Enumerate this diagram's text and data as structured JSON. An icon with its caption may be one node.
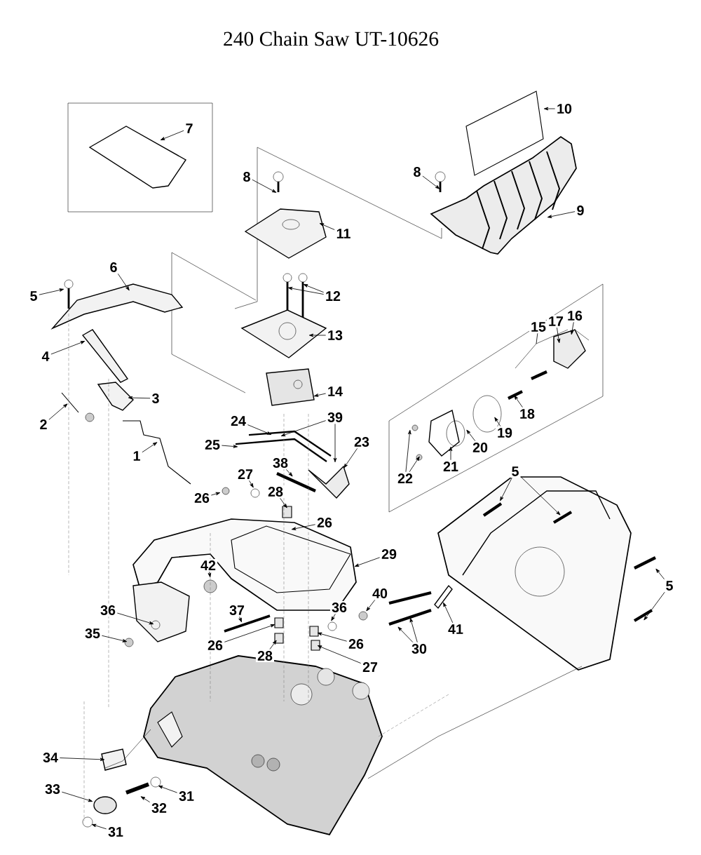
{
  "diagram": {
    "title": "240 Chain Saw UT-10626",
    "nodes": [
      {
        "text": [
          "7"
        ]
      },
      {
        "text": [
          "10"
        ]
      },
      {
        "text": [
          "8"
        ]
      },
      {
        "text": [
          "8"
        ]
      },
      {
        "text": [
          "11"
        ]
      },
      {
        "text": [
          "9"
        ]
      },
      {
        "text": [
          "5"
        ]
      },
      {
        "text": [
          "6"
        ]
      },
      {
        "text": [
          "12"
        ]
      },
      {
        "text": [
          "4"
        ]
      },
      {
        "text": [
          "13"
        ]
      },
      {
        "text": [
          "3"
        ]
      },
      {
        "text": [
          "2"
        ]
      },
      {
        "text": [
          "14"
        ]
      },
      {
        "text": [
          "15"
        ]
      },
      {
        "text": [
          "17"
        ]
      },
      {
        "text": [
          "16"
        ]
      },
      {
        "text": [
          "18"
        ]
      },
      {
        "text": [
          "24"
        ]
      },
      {
        "text": [
          "39"
        ]
      },
      {
        "text": [
          "25"
        ]
      },
      {
        "text": [
          "23"
        ]
      },
      {
        "text": [
          "1"
        ]
      },
      {
        "text": [
          "22"
        ]
      },
      {
        "text": [
          "21"
        ]
      },
      {
        "text": [
          "20"
        ]
      },
      {
        "text": [
          "19"
        ]
      },
      {
        "text": [
          "27"
        ]
      },
      {
        "text": [
          "38"
        ]
      },
      {
        "text": [
          "26"
        ]
      },
      {
        "text": [
          "28"
        ]
      },
      {
        "text": [
          "26"
        ]
      },
      {
        "text": [
          "5"
        ]
      },
      {
        "text": [
          "29"
        ]
      },
      {
        "text": [
          "42"
        ]
      },
      {
        "text": [
          "5"
        ]
      },
      {
        "text": [
          "36"
        ]
      },
      {
        "text": [
          "37"
        ]
      },
      {
        "text": [
          "36"
        ]
      },
      {
        "text": [
          "40"
        ]
      },
      {
        "text": [
          "35"
        ]
      },
      {
        "text": [
          "26"
        ]
      },
      {
        "text": [
          "26"
        ]
      },
      {
        "text": [
          "41"
        ]
      },
      {
        "text": [
          "30"
        ]
      },
      {
        "text": [
          "28"
        ]
      },
      {
        "text": [
          "27"
        ]
      },
      {
        "text": [
          "34"
        ]
      },
      {
        "text": [
          "33"
        ]
      },
      {
        "text": [
          "31"
        ]
      },
      {
        "text": [
          "32"
        ]
      },
      {
        "text": [
          "31"
        ]
      }
    ],
    "edges": [
      {
        "from": 0,
        "to": null,
        "arrow": "to"
      },
      {
        "from": 1,
        "to": null,
        "arrow": "to"
      },
      {
        "from": 2,
        "to": null,
        "arrow": "to"
      },
      {
        "from": 3,
        "to": null,
        "arrow": "to"
      },
      {
        "from": 4,
        "to": null,
        "arrow": "to"
      },
      {
        "from": 5,
        "to": null,
        "arrow": "to"
      },
      {
        "from": 6,
        "to": null,
        "arrow": "to"
      },
      {
        "from": 7,
        "to": null,
        "arrow": "to"
      },
      {
        "from": 8,
        "to": null,
        "arrow": "to"
      },
      {
        "from": 8,
        "to": null,
        "arrow": "to"
      },
      {
        "from": 9,
        "to": null,
        "arrow": "to"
      },
      {
        "from": 10,
        "to": null,
        "arrow": "to"
      },
      {
        "from": 11,
        "to": null,
        "arrow": "to"
      },
      {
        "from": 12,
        "to": null,
        "arrow": "to"
      },
      {
        "from": 13,
        "to": null,
        "arrow": "to"
      },
      {
        "from": 14,
        "to": null,
        "arrow": "none"
      },
      {
        "from": 15,
        "to": null,
        "arrow": "to"
      },
      {
        "from": 16,
        "to": null,
        "arrow": "to"
      },
      {
        "from": 17,
        "to": null,
        "arrow": "to"
      },
      {
        "from": 18,
        "to": null,
        "arrow": "to"
      },
      {
        "from": 19,
        "to": null,
        "arrow": "to"
      },
      {
        "from": 19,
        "to": null,
        "arrow": "to"
      },
      {
        "from": 20,
        "to": null,
        "arrow": "to"
      },
      {
        "from": 21,
        "to": null,
        "arrow": "to"
      },
      {
        "from": 22,
        "to": null,
        "arrow": "to"
      },
      {
        "from": 23,
        "to": null,
        "arrow": "to"
      },
      {
        "from": 23,
        "to": null,
        "arrow": "to"
      },
      {
        "from": 24,
        "to": null,
        "arrow": "to"
      },
      {
        "from": 25,
        "to": null,
        "arrow": "to"
      },
      {
        "from": 26,
        "to": null,
        "arrow": "to"
      },
      {
        "from": 27,
        "to": null,
        "arrow": "to"
      },
      {
        "from": 28,
        "to": null,
        "arrow": "to"
      },
      {
        "from": 29,
        "to": null,
        "arrow": "to"
      },
      {
        "from": 30,
        "to": null,
        "arrow": "to"
      },
      {
        "from": 31,
        "to": null,
        "arrow": "to"
      },
      {
        "from": 32,
        "to": null,
        "arrow": "to"
      },
      {
        "from": 32,
        "to": null,
        "arrow": "to"
      },
      {
        "from": 33,
        "to": null,
        "arrow": "to"
      },
      {
        "from": 34,
        "to": null,
        "arrow": "to"
      },
      {
        "from": 35,
        "to": null,
        "arrow": "to"
      },
      {
        "from": 35,
        "to": null,
        "arrow": "to"
      },
      {
        "from": 36,
        "to": null,
        "arrow": "to"
      },
      {
        "from": 37,
        "to": null,
        "arrow": "to"
      },
      {
        "from": 38,
        "to": null,
        "arrow": "to"
      },
      {
        "from": 39,
        "to": null,
        "arrow": "to"
      },
      {
        "from": 40,
        "to": null,
        "arrow": "to"
      },
      {
        "from": 41,
        "to": null,
        "arrow": "to"
      },
      {
        "from": 42,
        "to": null,
        "arrow": "to"
      },
      {
        "from": 43,
        "to": null,
        "arrow": "to"
      },
      {
        "from": 44,
        "to": null,
        "arrow": "to"
      },
      {
        "from": 44,
        "to": null,
        "arrow": "to"
      },
      {
        "from": 45,
        "to": null,
        "arrow": "to"
      },
      {
        "from": 46,
        "to": null,
        "arrow": "to"
      },
      {
        "from": 47,
        "to": null,
        "arrow": "to"
      },
      {
        "from": 48,
        "to": null,
        "arrow": "to"
      },
      {
        "from": 49,
        "to": null,
        "arrow": "to"
      },
      {
        "from": 50,
        "to": null,
        "arrow": "to"
      },
      {
        "from": 51,
        "to": null,
        "arrow": "to"
      }
    ]
  }
}
